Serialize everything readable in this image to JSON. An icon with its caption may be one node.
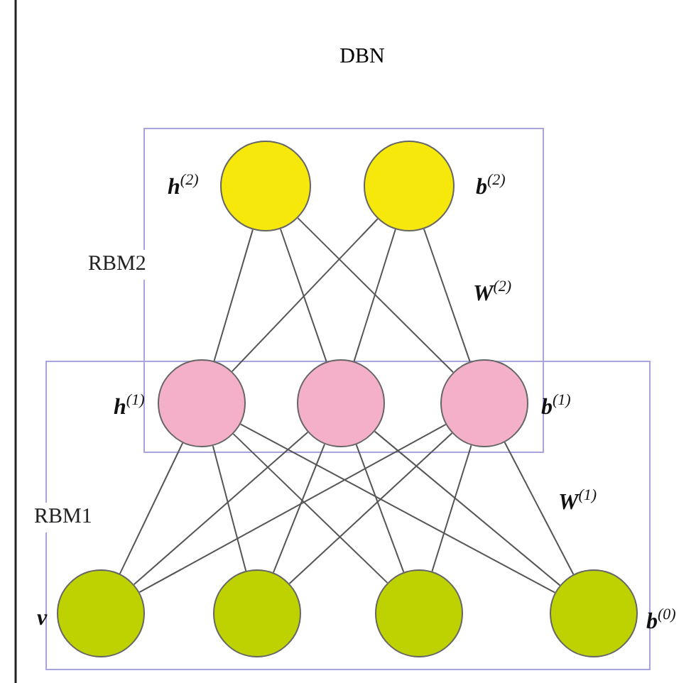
{
  "diagram": {
    "title": "DBN",
    "nodes": [
      {
        "text": [],
        "shape": "circle",
        "beside": [
          "**h**$^{(2)}$"
        ]
      },
      {
        "text": [],
        "shape": "circle",
        "beside": [
          "**b**$^{(2)}$"
        ]
      },
      {
        "text": [],
        "shape": "circle",
        "beside": [
          "**h**$^{(1)}$"
        ]
      },
      {
        "text": [],
        "shape": "circle"
      },
      {
        "text": [],
        "shape": "circle",
        "beside": [
          "**b**$^{(1)}$"
        ]
      },
      {
        "text": [],
        "shape": "circle",
        "beside": [
          "**v**"
        ]
      },
      {
        "text": [],
        "shape": "circle"
      },
      {
        "text": [],
        "shape": "circle"
      },
      {
        "text": [],
        "shape": "circle",
        "beside": [
          "**b**$^{(0)}$"
        ]
      }
    ],
    "edges": [
      {
        "from": 0,
        "to": 2,
        "arrow": "none"
      },
      {
        "from": 0,
        "to": 3,
        "arrow": "none"
      },
      {
        "from": 0,
        "to": 4,
        "arrow": "none"
      },
      {
        "from": 1,
        "to": 2,
        "arrow": "none"
      },
      {
        "from": 1,
        "to": 3,
        "arrow": "none"
      },
      {
        "from": 1,
        "to": 4,
        "arrow": "none"
      },
      {
        "from": 2,
        "to": 5,
        "arrow": "none"
      },
      {
        "from": 2,
        "to": 6,
        "arrow": "none"
      },
      {
        "from": 2,
        "to": 7,
        "arrow": "none"
      },
      {
        "from": 2,
        "to": 8,
        "arrow": "none"
      },
      {
        "from": 3,
        "to": 5,
        "arrow": "none"
      },
      {
        "from": 3,
        "to": 6,
        "arrow": "none"
      },
      {
        "from": 3,
        "to": 7,
        "arrow": "none"
      },
      {
        "from": 3,
        "to": 8,
        "arrow": "none"
      },
      {
        "from": 4,
        "to": 5,
        "arrow": "none"
      },
      {
        "from": 4,
        "to": 6,
        "arrow": "none"
      },
      {
        "from": 4,
        "to": 7,
        "arrow": "none"
      },
      {
        "from": 4,
        "to": 8,
        "arrow": "none"
      }
    ],
    "labels": [
      "RBM2",
      "**W**$^{(2)}$",
      "RBM1",
      "**W**$^{(1)}$"
    ]
  }
}
